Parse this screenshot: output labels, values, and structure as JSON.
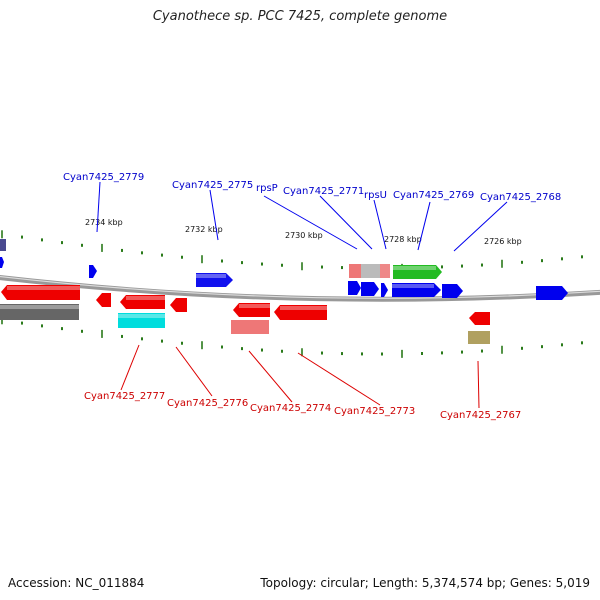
{
  "title": "Cyanothece sp. PCC 7425, complete genome",
  "footer": {
    "accession": "Accession: NC_011884",
    "stats": "Topology: circular; Length: 5,374,574 bp; Genes: 5,019"
  },
  "scale_labels": [
    "2734 kbp",
    "2732 kbp",
    "2730 kbp",
    "2728 kbp",
    "2726 kbp"
  ],
  "top_labels": [
    "Cyan7425_2779",
    "Cyan7425_2775",
    "rpsP",
    "Cyan7425_2771",
    "rpsU",
    "Cyan7425_2769",
    "Cyan7425_2768"
  ],
  "bottom_labels": [
    "Cyan7425_2777",
    "Cyan7425_2776",
    "Cyan7425_2774",
    "Cyan7425_2773",
    "Cyan7425_2767"
  ],
  "colors": {
    "plus_strand_label": "#0000cc",
    "minus_strand_label": "#cc0000",
    "backbone": "#888888",
    "tick": "#2a7a1a",
    "blue_gene": "#0000ee",
    "red_gene": "#ee0000",
    "green_gene": "#22bb22",
    "cyan_gene": "#00dddd",
    "grey_gene": "#666666",
    "pink_gene": "#ee7777",
    "olive_gene": "#b0a060",
    "purple_gene": "#444488"
  }
}
